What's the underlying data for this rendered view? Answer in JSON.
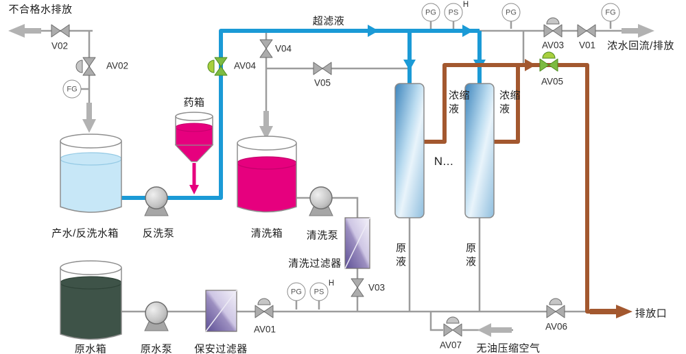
{
  "labels": {
    "unqualified_water": "不合格水排放",
    "ultrafiltrate": "超滤液",
    "chem_tank": "药箱",
    "product_tank": "产水/反洗水箱",
    "backwash_pump": "反洗泵",
    "cleaning_tank": "清洗箱",
    "cleaning_pump": "清洗泵",
    "cleaning_filter": "清洗过滤器",
    "raw_tank": "原水箱",
    "raw_pump": "原水泵",
    "security_filter": "保安过滤器",
    "membrane_modules": "N...",
    "concentrate": "浓缩液",
    "feed": "原液",
    "concentrate_return": "浓水回流/排放",
    "discharge_outlet": "排放口",
    "compressed_air": "无油压缩空气"
  },
  "valves": {
    "v01": "V01",
    "v02": "V02",
    "v03": "V03",
    "v04": "V04",
    "v05": "V05",
    "av01": "AV01",
    "av02": "AV02",
    "av03": "AV03",
    "av04": "AV04",
    "av05": "AV05",
    "av06": "AV06",
    "av07": "AV07"
  },
  "instruments": {
    "pg": "PG",
    "ps": "PS",
    "fg": "FG",
    "high_alarm": "H"
  },
  "colors": {
    "ultrafiltrate_line": "#1B9AD6",
    "concentrate_line": "#A3582F",
    "pipe_gray": "#9C9C9C",
    "product_water": "#C7E7F7",
    "chemical_pink": "#E6007E",
    "raw_water_green": "#3E5348",
    "actuated_valve_green": "#7DBB42"
  }
}
